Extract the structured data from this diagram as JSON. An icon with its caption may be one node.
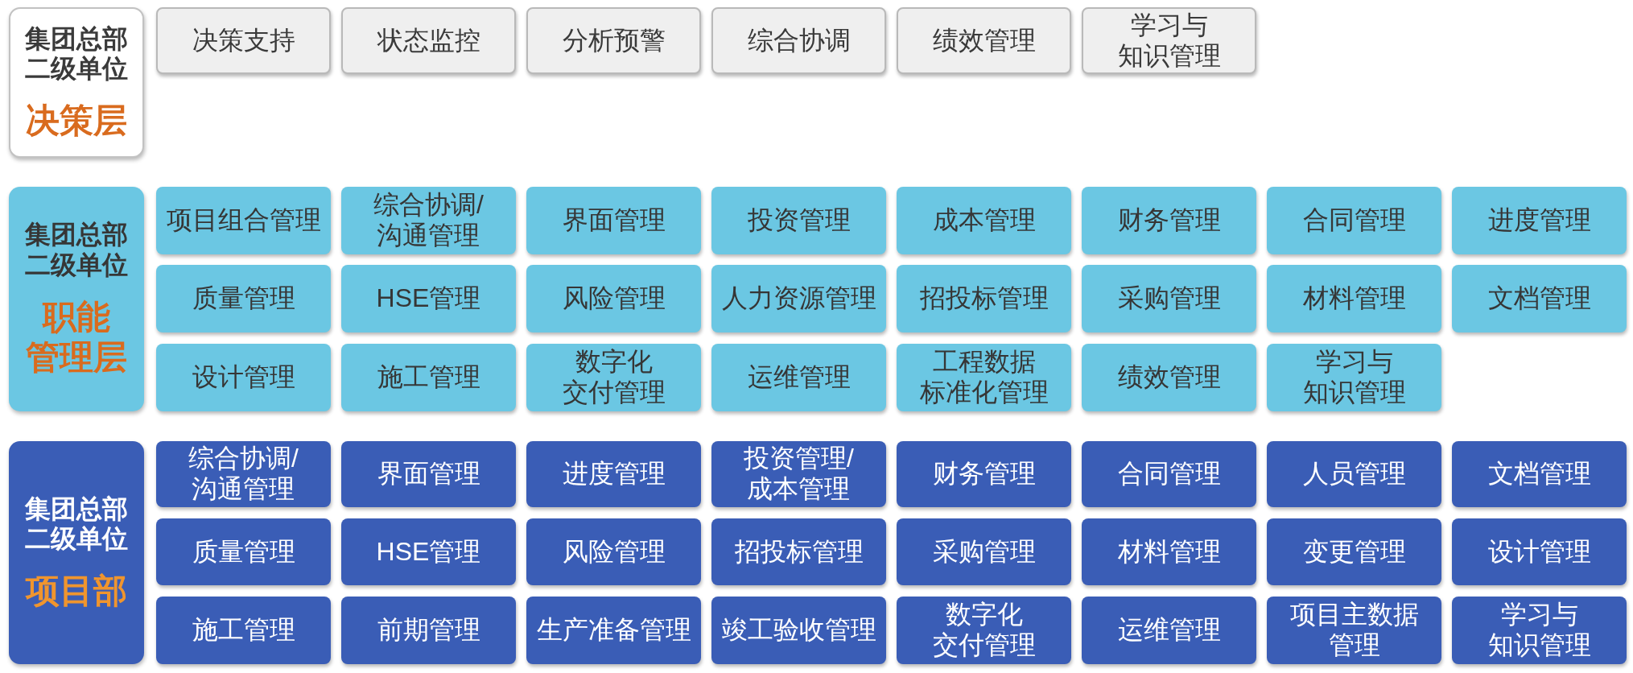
{
  "diagram": {
    "nodes": [
      {
        "text": [
          "集团总部二级单位",
          "决策层"
        ]
      },
      {
        "text": [
          "决策支持"
        ]
      },
      {
        "text": [
          "状态监控"
        ]
      },
      {
        "text": [
          "分析预警"
        ]
      },
      {
        "text": [
          "综合协调"
        ]
      },
      {
        "text": [
          "绩效管理"
        ]
      },
      {
        "text": [
          "学习与知识管理"
        ]
      },
      {
        "text": [
          "集团总部二级单位",
          "职能管理层"
        ]
      },
      {
        "text": [
          "项目组合管理"
        ]
      },
      {
        "text": [
          "综合协调/沟通管理"
        ]
      },
      {
        "text": [
          "界面管理"
        ]
      },
      {
        "text": [
          "投资管理"
        ]
      },
      {
        "text": [
          "成本管理"
        ]
      },
      {
        "text": [
          "财务管理"
        ]
      },
      {
        "text": [
          "合同管理"
        ]
      },
      {
        "text": [
          "进度管理"
        ]
      },
      {
        "text": [
          "质量管理"
        ]
      },
      {
        "text": [
          "HSE管理"
        ]
      },
      {
        "text": [
          "风险管理"
        ]
      },
      {
        "text": [
          "人力资源管理"
        ]
      },
      {
        "text": [
          "招投标管理"
        ]
      },
      {
        "text": [
          "采购管理"
        ]
      },
      {
        "text": [
          "材料管理"
        ]
      },
      {
        "text": [
          "文档管理"
        ]
      },
      {
        "text": [
          "设计管理"
        ]
      },
      {
        "text": [
          "施工管理"
        ]
      },
      {
        "text": [
          "数字化交付管理"
        ]
      },
      {
        "text": [
          "运维管理"
        ]
      },
      {
        "text": [
          "工程数据标准化管理"
        ]
      },
      {
        "text": [
          "绩效管理"
        ]
      },
      {
        "text": [
          "学习与知识管理"
        ]
      },
      {
        "text": [
          "集团总部二级单位",
          "项目部"
        ]
      },
      {
        "text": [
          "综合协调/沟通管理"
        ]
      },
      {
        "text": [
          "界面管理"
        ]
      },
      {
        "text": [
          "进度管理"
        ]
      },
      {
        "text": [
          "投资管理/成本管理"
        ]
      },
      {
        "text": [
          "财务管理"
        ]
      },
      {
        "text": [
          "合同管理"
        ]
      },
      {
        "text": [
          "人员管理"
        ]
      },
      {
        "text": [
          "文档管理"
        ]
      },
      {
        "text": [
          "质量管理"
        ]
      },
      {
        "text": [
          "HSE管理"
        ]
      },
      {
        "text": [
          "风险管理"
        ]
      },
      {
        "text": [
          "招投标管理"
        ]
      },
      {
        "text": [
          "采购管理"
        ]
      },
      {
        "text": [
          "材料管理"
        ]
      },
      {
        "text": [
          "变更管理"
        ]
      },
      {
        "text": [
          "设计管理"
        ]
      },
      {
        "text": [
          "施工管理"
        ]
      },
      {
        "text": [
          "前期管理"
        ]
      },
      {
        "text": [
          "生产准备管理"
        ]
      },
      {
        "text": [
          "竣工验收管理"
        ]
      },
      {
        "text": [
          "数字化交付管理"
        ]
      },
      {
        "text": [
          "运维管理"
        ]
      },
      {
        "text": [
          "项目主数据管理"
        ]
      },
      {
        "text": [
          "学习与知识管理"
        ]
      }
    ]
  }
}
